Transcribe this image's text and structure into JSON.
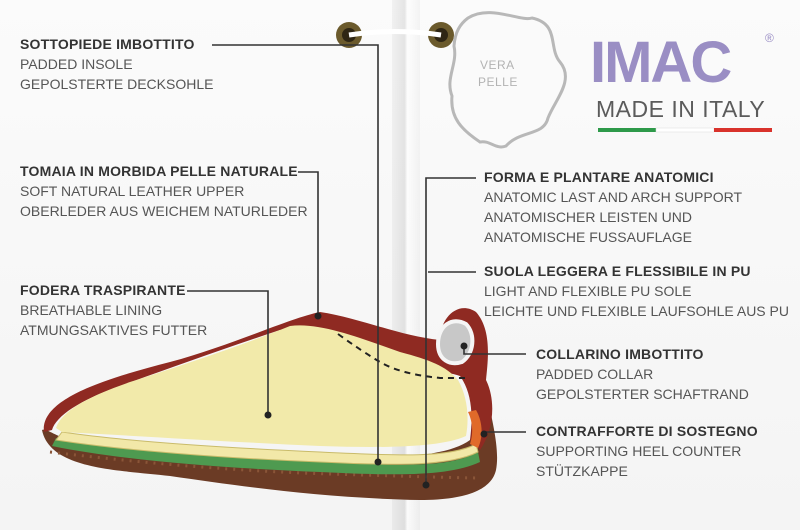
{
  "brand": {
    "logo_text": "IMAC",
    "registered": "®",
    "made_in": "MADE IN ITALY",
    "flag_colors": [
      "#2e9a4a",
      "#ffffff",
      "#d9332c"
    ],
    "logo_color": "#9a8ec4",
    "leather_badge": [
      "VERA",
      "PELLE"
    ]
  },
  "features": [
    {
      "title": "SOTTOPIEDE IMBOTTITO",
      "en": "PADDED INSOLE",
      "de": "GEPOLSTERTE DECKSOHLE"
    },
    {
      "title": "TOMAIA IN MORBIDA PELLE NATURALE",
      "en": "SOFT NATURAL LEATHER UPPER",
      "de": "OBERLEDER AUS WEICHEM NATURLEDER"
    },
    {
      "title": "FODERA TRASPIRANTE",
      "en": "BREATHABLE LINING",
      "de": "ATMUNGSAKTIVES FUTTER"
    },
    {
      "title": "FORMA E PLANTARE ANATOMICI",
      "en": "ANATOMIC LAST AND ARCH SUPPORT",
      "de": "ANATOMISCHER LEISTEN UND",
      "de2": "ANATOMISCHE FUSSAUFLAGE"
    },
    {
      "title": "SUOLA LEGGERA E FLESSIBILE IN PU",
      "en": "LIGHT AND FLEXIBLE PU SOLE",
      "de": "LEICHTE UND FLEXIBLE LAUFSOHLE AUS PU"
    },
    {
      "title": "COLLARINO IMBOTTITO",
      "en": "PADDED COLLAR",
      "de": "GEPOLSTERTER SCHAFTRAND"
    },
    {
      "title": "CONTRAFFORTE DI SOSTEGNO",
      "en": "SUPPORTING HEEL COUNTER",
      "de": "STÜTZKAPPE"
    }
  ]
}
